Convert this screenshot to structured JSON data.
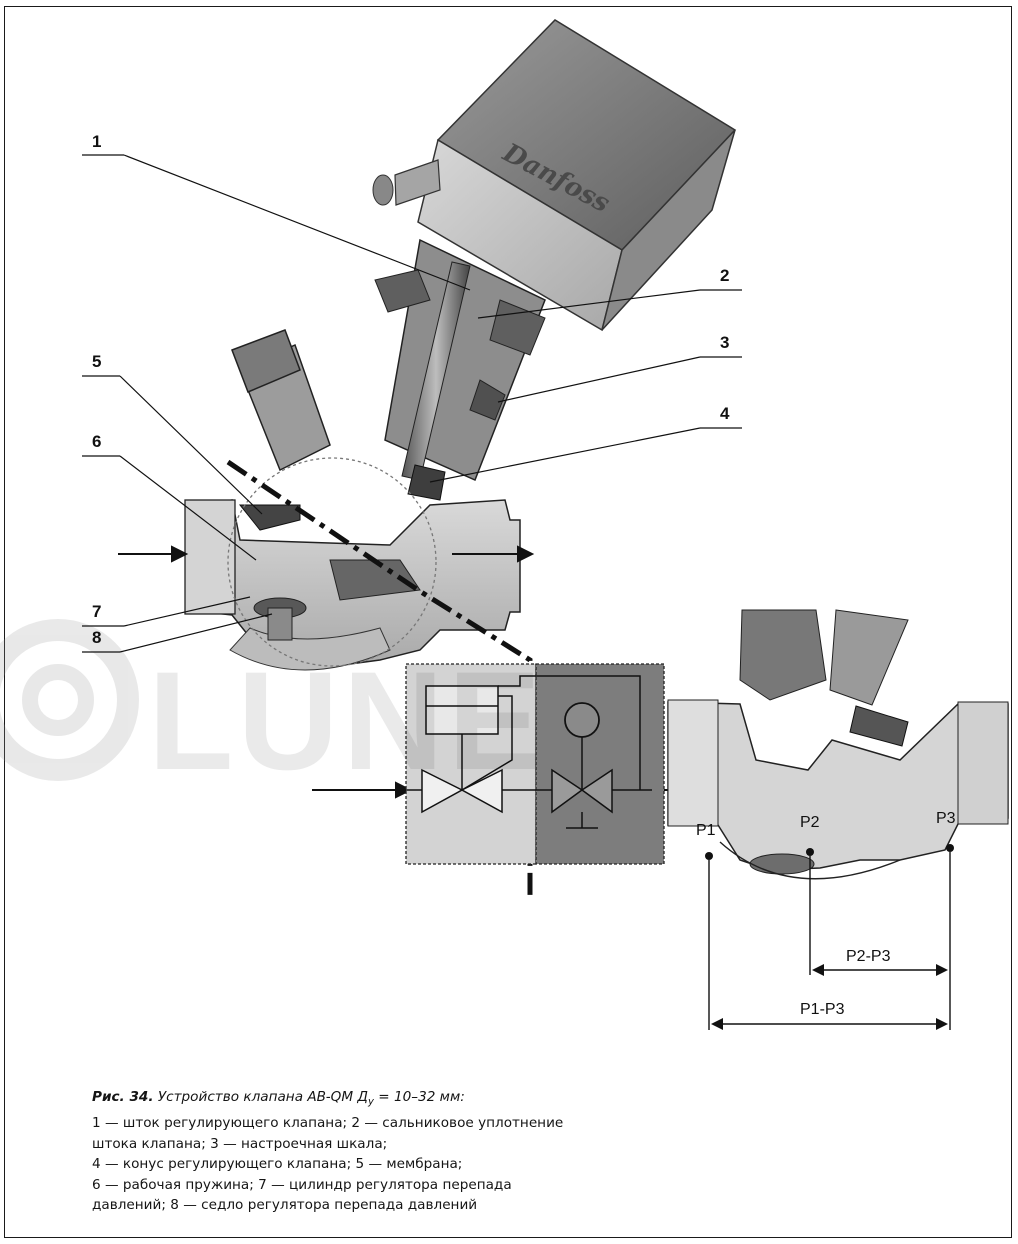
{
  "callouts": {
    "n1": "1",
    "n2": "2",
    "n3": "3",
    "n4": "4",
    "n5": "5",
    "n6": "6",
    "n7": "7",
    "n8": "8"
  },
  "brand": "Danfoss",
  "watermark": "LUNE",
  "detail": {
    "p1": "P1",
    "p2": "P2",
    "p3": "P3",
    "p2p3": "P2-P3",
    "p1p3": "P1-P3"
  },
  "caption": {
    "label": "Рис. 34.",
    "title_a": "Устройство клапана AB-QM Д",
    "title_sub": "у",
    "title_b": " = 10–32 мм:",
    "lines": [
      "1 — шток регулирующего клапана; 2 — сальниковое уплотнение",
      "штока клапана; 3 — настроечная шкала;",
      "4 — конус регулирующего клапана; 5 — мембрана;",
      "6 — рабочая пружина; 7 — цилиндр регулятора перепада",
      "давлений; 8 — седло регулятора перепада давлений"
    ]
  },
  "colors": {
    "metal_dark": "#6e6e6e",
    "metal_light": "#c9c9c9",
    "box_light": "#d6d6d6",
    "box_dark": "#7f7f7f"
  }
}
